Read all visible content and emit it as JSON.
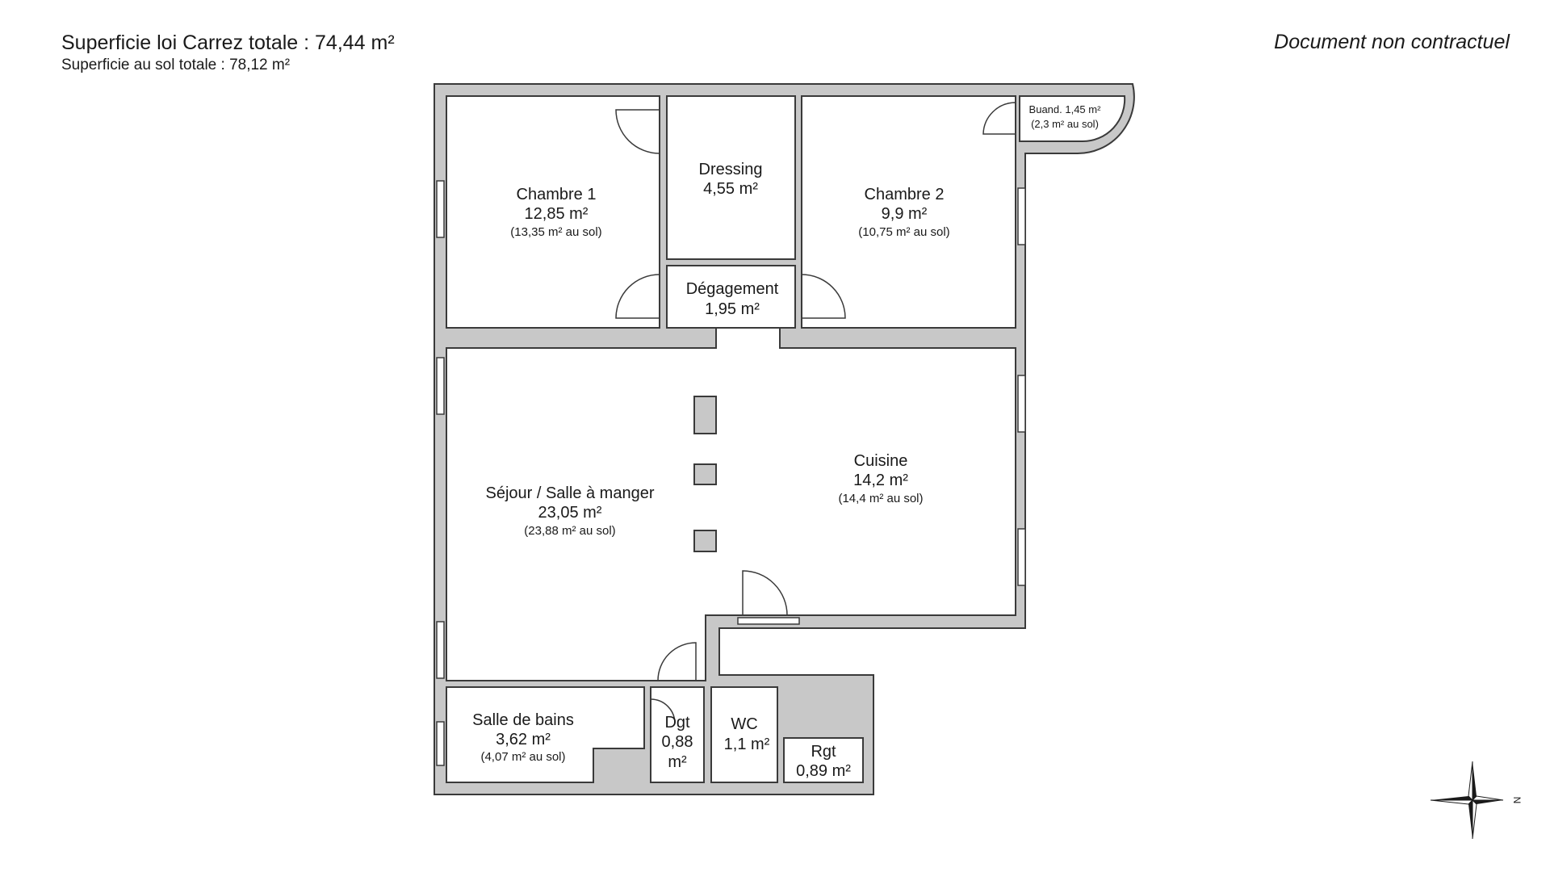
{
  "header": {
    "carrez_total": "Superficie loi Carrez totale : 74,44 m²",
    "sol_total": "Superficie au sol totale : 78,12 m²",
    "disclaimer": "Document non contractuel"
  },
  "rooms": {
    "chambre1": {
      "name": "Chambre 1",
      "area": "12,85 m²",
      "sol": "(13,35 m² au sol)"
    },
    "dressing": {
      "name": "Dressing",
      "area": "4,55 m²"
    },
    "chambre2": {
      "name": "Chambre 2",
      "area": "9,9 m²",
      "sol": "(10,75 m² au sol)"
    },
    "buanderie": {
      "name": "Buand. 1,45 m²",
      "sol": "(2,3 m² au sol)"
    },
    "degagement": {
      "name": "Dégagement",
      "area": "1,95 m²"
    },
    "sejour": {
      "name": "Séjour / Salle à manger",
      "area": "23,05 m²",
      "sol": "(23,88 m² au sol)"
    },
    "cuisine": {
      "name": "Cuisine",
      "area": "14,2 m²",
      "sol": "(14,4 m² au sol)"
    },
    "salle_de_bains": {
      "name": "Salle de bains",
      "area": "3,62 m²",
      "sol": "(4,07 m² au sol)"
    },
    "dgt": {
      "name": "Dgt",
      "area_line1": "0,88",
      "area_line2": "m²"
    },
    "wc": {
      "name": "WC",
      "area": "1,1 m²"
    },
    "rgt": {
      "name": "Rgt",
      "area": "0,89 m²"
    }
  },
  "compass": {
    "north_label": "N"
  },
  "colors": {
    "wall": "#c8c8c8",
    "stroke": "#3a3a3a",
    "floor": "#ffffff"
  }
}
